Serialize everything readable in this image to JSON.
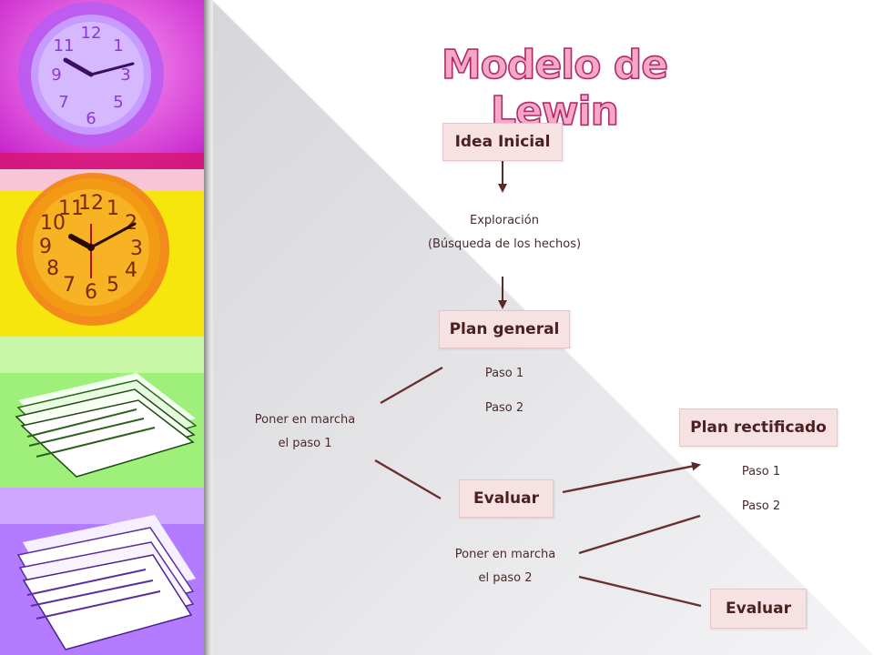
{
  "title": "Modelo de Lewin",
  "nodes": {
    "idea_inicial": "Idea Inicial",
    "exploracion_1": "Exploración",
    "exploracion_2": "(Búsqueda de los hechos)",
    "plan_general": "Plan general",
    "paso1_a": "Paso 1",
    "paso2_a": "Paso 2",
    "poner_marcha_1a": "Poner en marcha",
    "poner_marcha_1b": "el paso 1",
    "evaluar_1": "Evaluar",
    "plan_rectificado": "Plan rectificado",
    "paso1_b": "Paso 1",
    "paso2_b": "Paso 2",
    "poner_marcha_2a": "Poner en marcha",
    "poner_marcha_2b": "el paso 2",
    "evaluar_2": "Evaluar"
  },
  "colors": {
    "title_fill": "#f4a7c7",
    "title_stroke": "#b02a6a",
    "box_fill": "#f6e2e3",
    "arrow": "#5a2a2a"
  },
  "images": [
    "clock-magenta",
    "clock-yellow",
    "papers-green",
    "papers-purple"
  ]
}
